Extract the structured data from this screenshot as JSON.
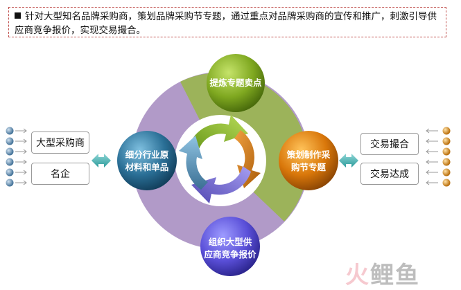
{
  "banner": {
    "text": "针对大型知名品牌采购商，策划品牌采购节专题，通过重点对品牌采购商的宣传和推广，刺激引导供应商竞争报价，实现交易撮合。"
  },
  "left_boxes": [
    "大型采购商",
    "名企"
  ],
  "right_boxes": [
    "交易撮合",
    "交易达成"
  ],
  "circles": {
    "top": "提炼专题卖点",
    "right": [
      "策划制作采",
      "购节专题"
    ],
    "bottom": [
      "组织大型供",
      "应商竞争报价"
    ],
    "left": [
      "细分行业原",
      "材料和单品"
    ]
  },
  "watermark": {
    "part1": "火",
    "part2": "鲤鱼"
  },
  "colors": {
    "purple_seg": "#b19ac8",
    "green_seg": "#9cb35a",
    "top_circle": "#7fa820",
    "right_circle": "#d9770a",
    "bottom_circle": "#5a4fd8",
    "left_circle": "#2a6f96"
  }
}
